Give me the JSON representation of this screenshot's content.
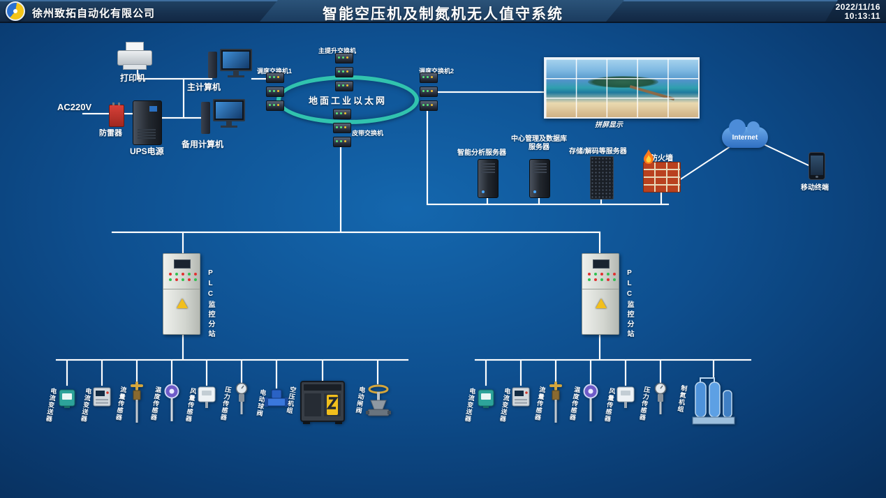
{
  "header": {
    "company": "徐州致拓自动化有限公司",
    "title": "智能空压机及制氮机无人值守系统",
    "date": "2022/11/16",
    "time": "10:13:11"
  },
  "topology": {
    "power_source": "AC220V",
    "printer": "打印机",
    "surge_protector": "防雷器",
    "ups": "UPS电源",
    "main_computer": "主计算机",
    "backup_computer": "备用计算机",
    "dispatch_switch_1": "调度交换机1",
    "main_hoist_switch": "主提升交换机",
    "ethernet_ring": "地面工业以太网",
    "belt_switch": "皮带交换机",
    "dispatch_switch_2": "调度交换机2",
    "video_wall": "拼屏显示",
    "analysis_server": "智能分析服务器",
    "center_server_line1": "中心管理及数据库",
    "center_server_line2": "服务器",
    "storage_server": "存储/解码等服务器",
    "firewall": "防火墙",
    "internet": "Internet",
    "mobile_terminal": "移动终端"
  },
  "plc_stations": [
    {
      "label": "PLC监控分站"
    },
    {
      "label": "PLC监控分站"
    }
  ],
  "field_devices": {
    "left": [
      "电流变送器",
      "电流变送器",
      "流量传感器",
      "温度传感器",
      "风量传感器",
      "压力传感器",
      "电动球阀",
      "空压机组",
      "电动闸阀"
    ],
    "right": [
      "电流变送器",
      "电流变送器",
      "流量传感器",
      "温度传感器",
      "风量传感器",
      "压力传感器",
      "制氮机组"
    ]
  },
  "colors": {
    "header_bg": "#17314f",
    "background_center": "#1467ae",
    "background_edge": "#0a3b71",
    "connection_line": "#ffffff",
    "ethernet_ring": "#31c3ae",
    "alarm_red": "#d84038",
    "accent_yellow": "#f2bf1c"
  },
  "icons": {
    "company-logo-icon": "blue and gold swirl disc",
    "internet-cloud-icon": "blue cloud",
    "firewall-flame-icon": "orange flame over brick wall"
  }
}
